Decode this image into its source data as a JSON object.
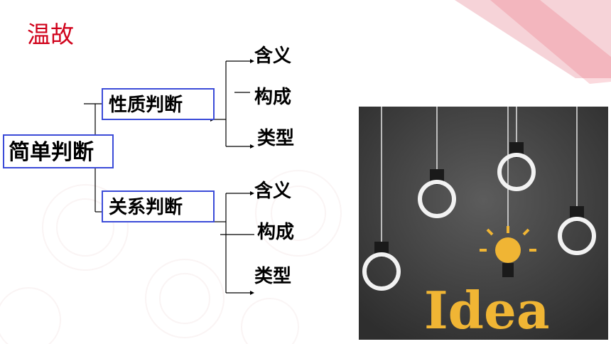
{
  "title": "温故",
  "tree": {
    "root": "简单判断",
    "branches": [
      {
        "label": "性质判断",
        "children": [
          "含义",
          "构成",
          "类型"
        ]
      },
      {
        "label": "关系判断",
        "children": [
          "含义",
          "构成",
          "类型"
        ]
      }
    ]
  },
  "image": {
    "word": "Idea"
  },
  "colors": {
    "title": "#d0021b",
    "box_border": "#3b4bd8",
    "accent": "#e8334a",
    "board": "#474747",
    "idea": "#f0b534"
  }
}
